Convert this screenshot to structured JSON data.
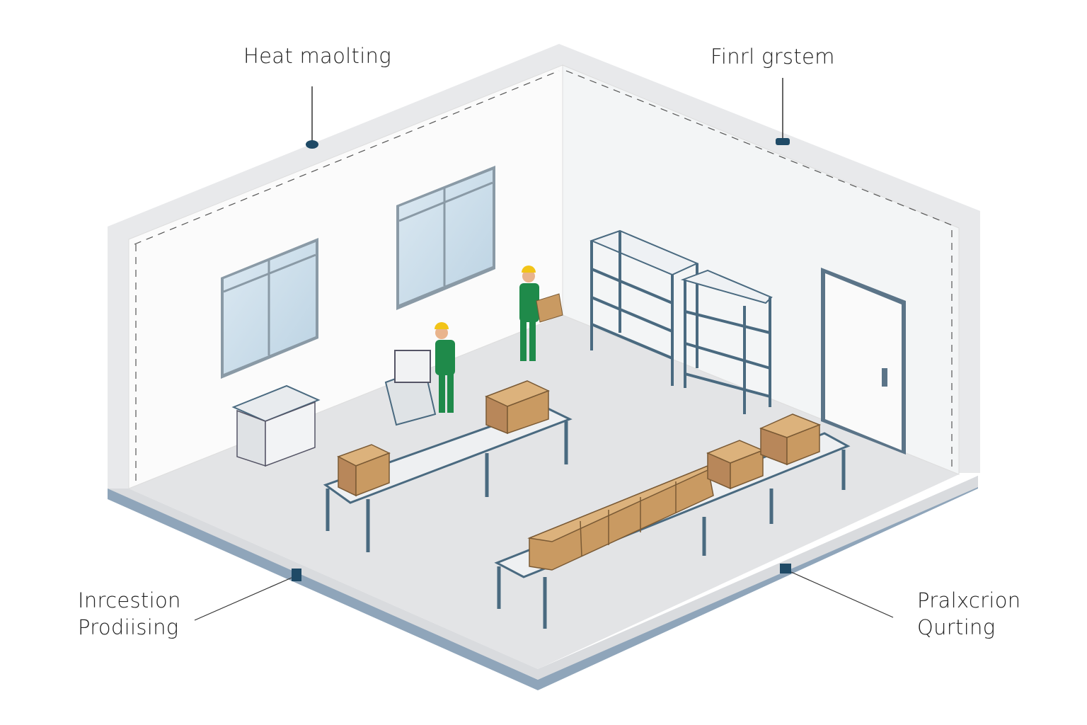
{
  "labels": {
    "top_left": "Heat maolting",
    "top_right": "Finrl grstem",
    "bottom_left_line1": "Inrcestion",
    "bottom_left_line2": "Prodiising",
    "bottom_right_line1": "Pralxcrion",
    "bottom_right_line2": "Qurting"
  },
  "colors": {
    "frame": "#4a6a80",
    "slab_edge": "#8fa5ba",
    "floor": "#e4e5e7",
    "wall": "#fafbfb",
    "box": "#c99a62",
    "worker": "#1f8a4a",
    "helmet": "#f2c418"
  }
}
